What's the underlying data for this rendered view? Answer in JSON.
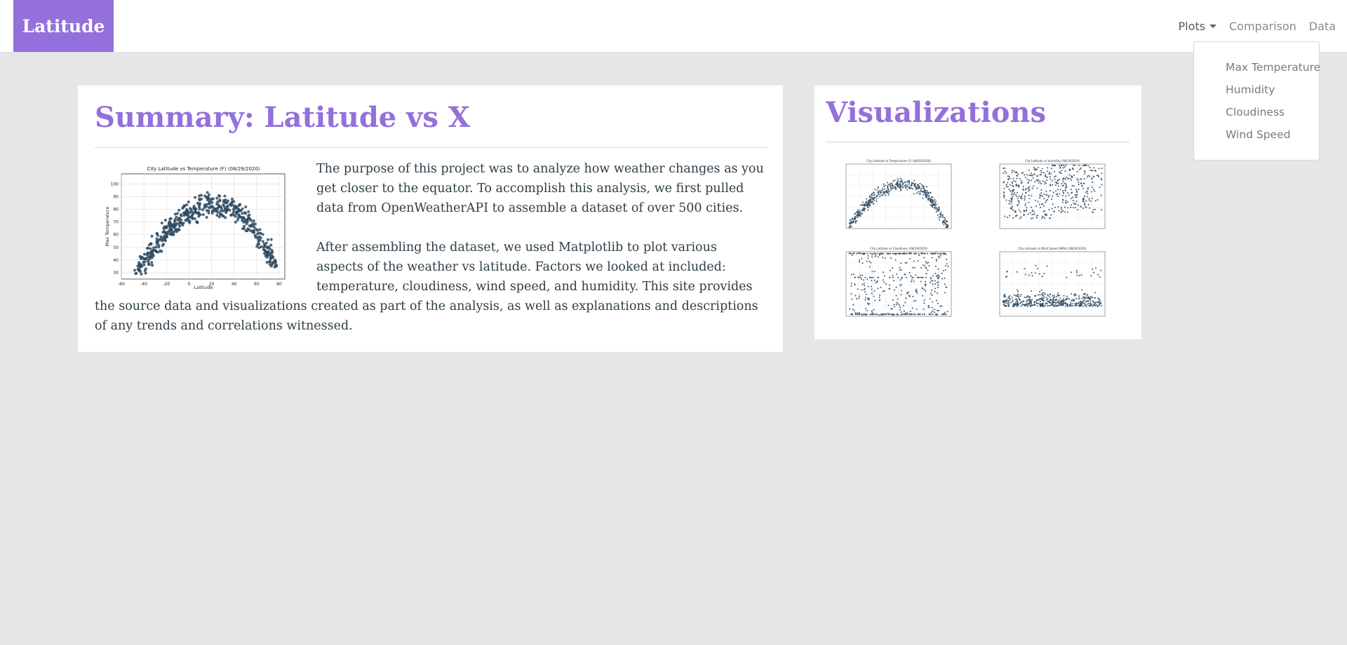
{
  "navbar": {
    "brand": "Latitude",
    "links": [
      {
        "label": "Plots",
        "has_caret": true,
        "active": true
      },
      {
        "label": "Comparison"
      },
      {
        "label": "Data"
      }
    ],
    "dropdown": [
      "Max Temperature",
      "Humidity",
      "Cloudiness",
      "Wind Speed"
    ]
  },
  "summary": {
    "heading": "Summary: Latitude vs X",
    "paragraph1": "The purpose of this project was to analyze how weather changes as you get closer to the equator. To accomplish this analysis, we first pulled data from OpenWeatherAPI to assemble a dataset of over 500 cities.",
    "paragraph2": "After assembling the dataset, we used Matplotlib to plot various aspects of the weather vs latitude. Factors we looked at included: temperature, cloudiness, wind speed, and humidity. This site provides the source data and visualizations created as part of the analysis, as well as explanations and descriptions of any trends and correlations witnessed.",
    "plot": {
      "title": "City Latitude vs Temperature (F) (08/29/2020)",
      "xlabel": "Latitude",
      "ylabel": "Max Temperature",
      "xticks": [
        "-60",
        "-40",
        "-20",
        "0",
        "20",
        "40",
        "60",
        "80"
      ],
      "yticks": [
        "30",
        "40",
        "50",
        "60",
        "70",
        "80",
        "90",
        "100"
      ]
    }
  },
  "visualizations": {
    "heading": "Visualizations",
    "thumbnails": [
      {
        "title": "City Latitude vs Temperature (F) (08/29/2020)",
        "kind": "temperature"
      },
      {
        "title": "City Latitude vs Humidity (08/29/2020)",
        "kind": "humidity"
      },
      {
        "title": "City Latitude vs Cloudiness (08/29/2020)",
        "kind": "cloudiness"
      },
      {
        "title": "City Latitude vs Wind Speed (MPH) (08/29/2020)",
        "kind": "wind"
      }
    ]
  },
  "colors": {
    "accent": "#9370db",
    "marker": "#2e4a62",
    "background": "#e6e6e8"
  }
}
